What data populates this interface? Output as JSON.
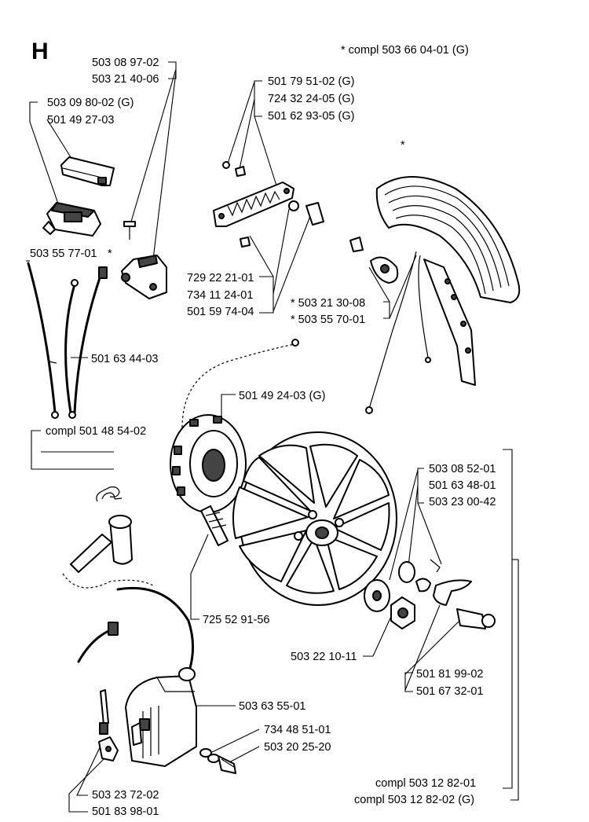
{
  "section_letter": "H",
  "labels": {
    "compl_503_66_04_01": "* compl 503 66 04-01 (G)",
    "p503_08_97_02": "503 08 97-02",
    "p503_21_40_06": "503 21 40-06",
    "p503_09_80_02": "503 09 80-02 (G)",
    "p501_49_27_03": "501 49 27-03",
    "p501_79_51_02": "501 79 51-02 (G)",
    "p724_32_24_05": "724 32 24-05 (G)",
    "p501_62_93_05": "501 62 93-05 (G)",
    "star_mark": "*",
    "p503_55_77_01": "503 55 77-01",
    "p729_22_21_01": "729 22 21-01",
    "p734_11_24_01": "734 11 24-01",
    "p501_59_74_04": "501 59 74-04",
    "p503_21_30_08": "* 503 21 30-08",
    "p503_55_70_01": "* 503 55 70-01",
    "p501_63_44_03": "501 63 44-03",
    "p501_49_24_03": "501 49 24-03 (G)",
    "compl_501_48_54_02": "compl 501 48 54-02",
    "p503_08_52_01": "503 08 52-01",
    "p501_63_48_01": "501 63 48-01",
    "p503_23_00_42": "503 23 00-42",
    "p725_52_91_56": "725 52 91-56",
    "p503_22_10_11": "503 22 10-11",
    "p501_81_99_02": "501 81 99-02",
    "p501_67_32_01": "501 67 32-01",
    "p503_63_55_01": "503 63 55-01",
    "p734_48_51_01": "734 48 51-01",
    "p503_20_25_20": "503 20 25-20",
    "compl_503_12_82_01": "compl 503 12 82-01",
    "compl_503_12_82_02": "compl 503 12 82-02 (G)",
    "p503_23_72_02": "503 23 72-02",
    "p501_83_98_01": "501 83 98-01"
  }
}
